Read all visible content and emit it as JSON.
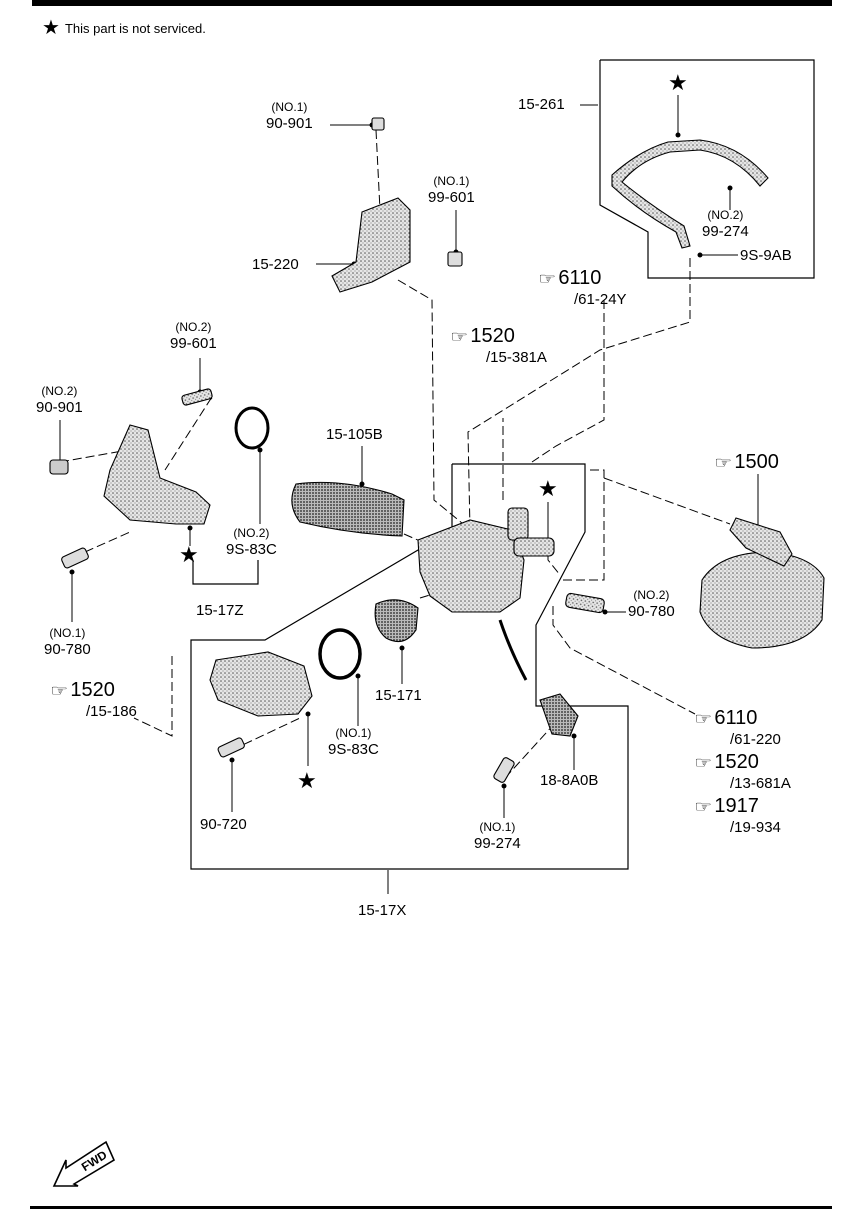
{
  "note": {
    "symbol": "★",
    "text": "This part is not serviced."
  },
  "labels": {
    "p_90_901_top": {
      "qual": "(NO.1)",
      "num": "90-901"
    },
    "p_99_601_top": {
      "qual": "(NO.1)",
      "num": "99-601"
    },
    "p_15_220": {
      "num": "15-220"
    },
    "p_15_261": {
      "num": "15-261"
    },
    "p_99_274_top": {
      "qual": "(NO.2)",
      "num": "99-274"
    },
    "p_9s_9ab": {
      "num": "9S-9AB"
    },
    "p_99_601_left": {
      "qual": "(NO.2)",
      "num": "99-601"
    },
    "p_90_901_left": {
      "qual": "(NO.2)",
      "num": "90-901"
    },
    "p_15_105b": {
      "num": "15-105B"
    },
    "p_9s_83c_upper": {
      "qual": "(NO.2)",
      "num": "9S-83C"
    },
    "p_15_17z": {
      "num": "15-17Z"
    },
    "p_90_780_left": {
      "qual": "(NO.1)",
      "num": "90-780"
    },
    "p_90_780_right": {
      "qual": "(NO.2)",
      "num": "90-780"
    },
    "p_15_171": {
      "num": "15-171"
    },
    "p_9s_83c_lower": {
      "qual": "(NO.1)",
      "num": "9S-83C"
    },
    "p_90_720": {
      "num": "90-720"
    },
    "p_18_8a0b": {
      "num": "18-8A0B"
    },
    "p_99_274_bottom": {
      "qual": "(NO.1)",
      "num": "99-274"
    },
    "p_15_17x": {
      "num": "15-17X"
    }
  },
  "refs": {
    "r_6110_top": {
      "num": "6110",
      "sub": "/61-24Y"
    },
    "r_1520_mid": {
      "num": "1520",
      "sub": "/15-381A"
    },
    "r_1500": {
      "num": "1500",
      "sub": ""
    },
    "r_1520_left": {
      "num": "1520",
      "sub": "/15-186"
    },
    "r_6110_right": {
      "num": "6110",
      "sub": "/61-220"
    },
    "r_1520_right": {
      "num": "1520",
      "sub": "/13-681A"
    },
    "r_1917": {
      "num": "1917",
      "sub": "/19-934"
    }
  },
  "symbols": {
    "star": "★",
    "hand": "☞"
  },
  "fwd_label": "FWD"
}
